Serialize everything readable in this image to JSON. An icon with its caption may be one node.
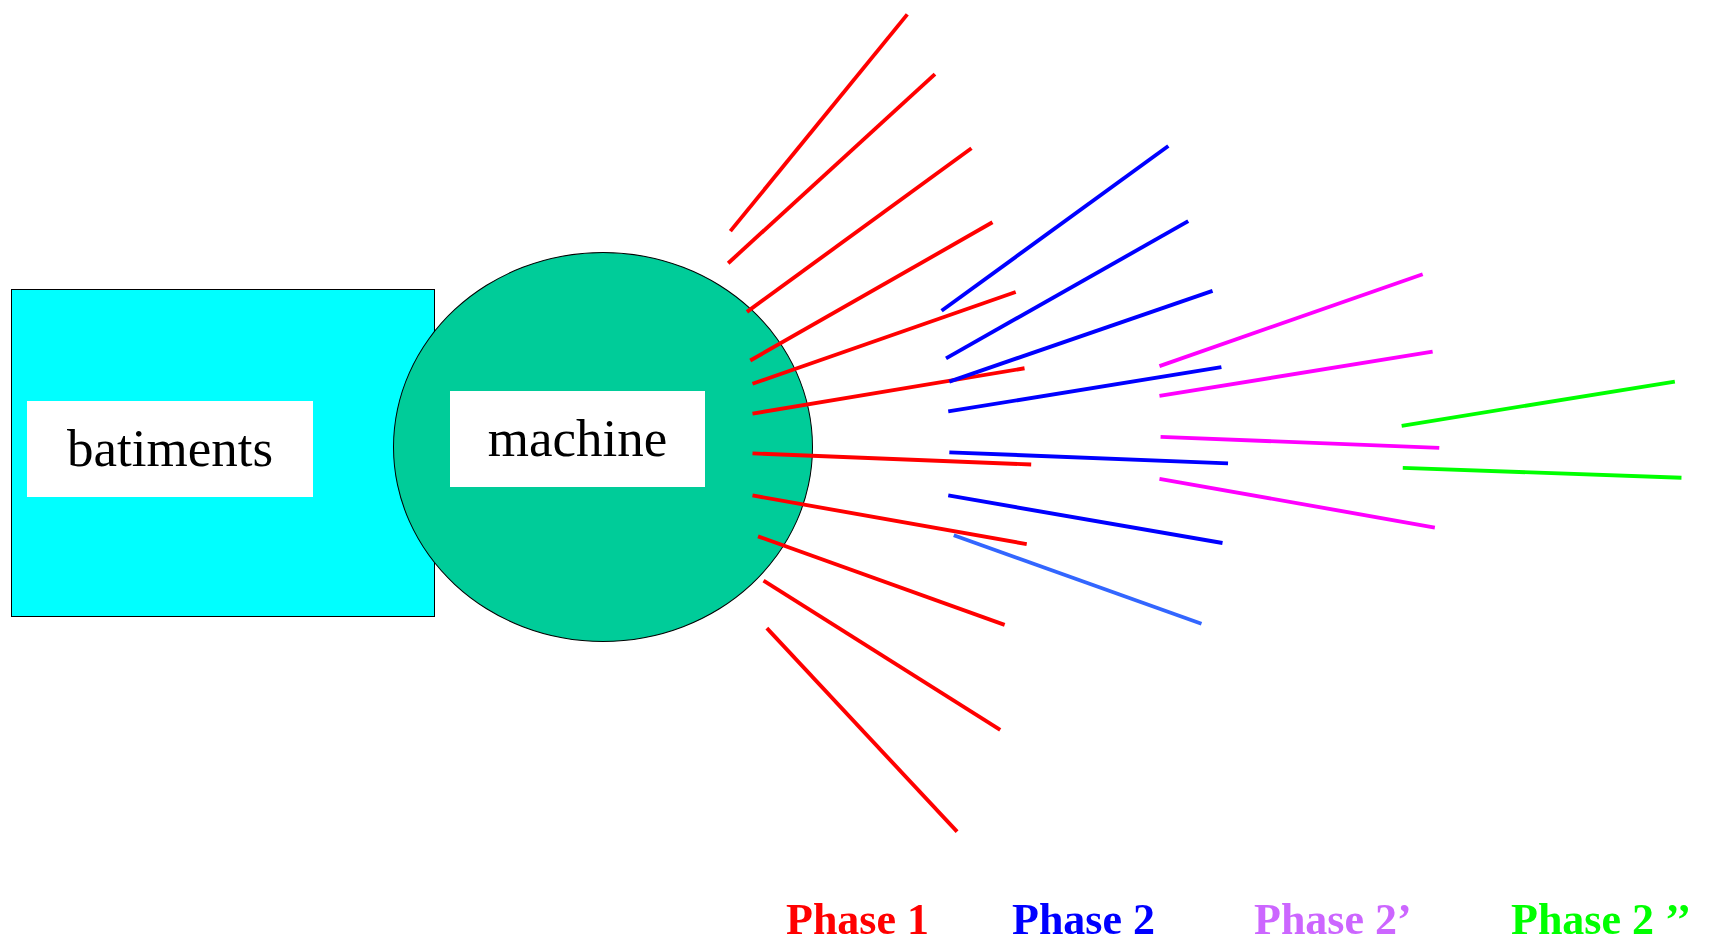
{
  "diagram": {
    "nodes": [
      {
        "text": [
          "batiments"
        ]
      },
      {
        "text": [
          "machine"
        ]
      }
    ],
    "legend": [
      {
        "text": "Phase 1",
        "color": "#ff0000"
      },
      {
        "text": "Phase 2",
        "color": "#0000ff"
      },
      {
        "text": "Phase 2’",
        "color": "#cc66ff"
      },
      {
        "text": "Phase 2 ’’",
        "color": "#00ff00"
      }
    ]
  }
}
